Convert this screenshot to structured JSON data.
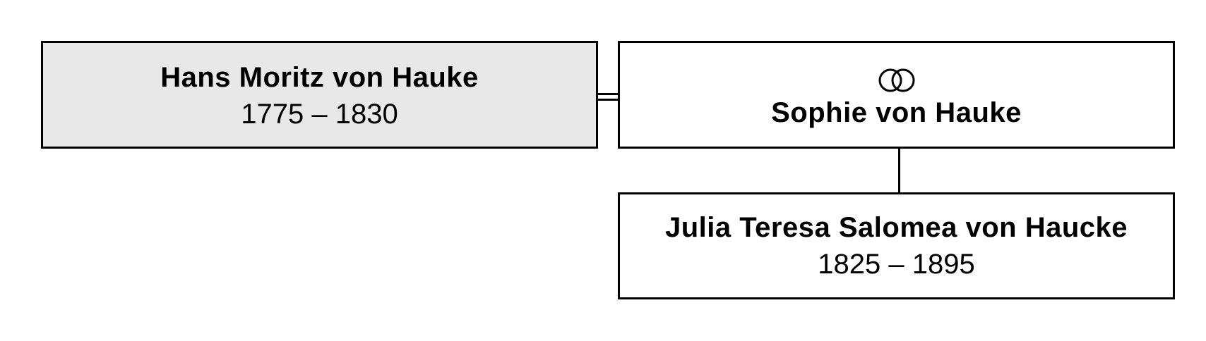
{
  "persons": {
    "hans": {
      "name": "Hans Moritz von Hauke",
      "dates": "1775 – 1830"
    },
    "sophie": {
      "name": "Sophie von Hauke",
      "marriage_icon": "wedding-rings-icon"
    },
    "julia": {
      "name": "Julia Teresa Salomea von Haucke",
      "dates": "1825 – 1895"
    }
  },
  "colors": {
    "highlight_fill": "#e8e8e8",
    "border": "#000000",
    "background": "#ffffff"
  }
}
